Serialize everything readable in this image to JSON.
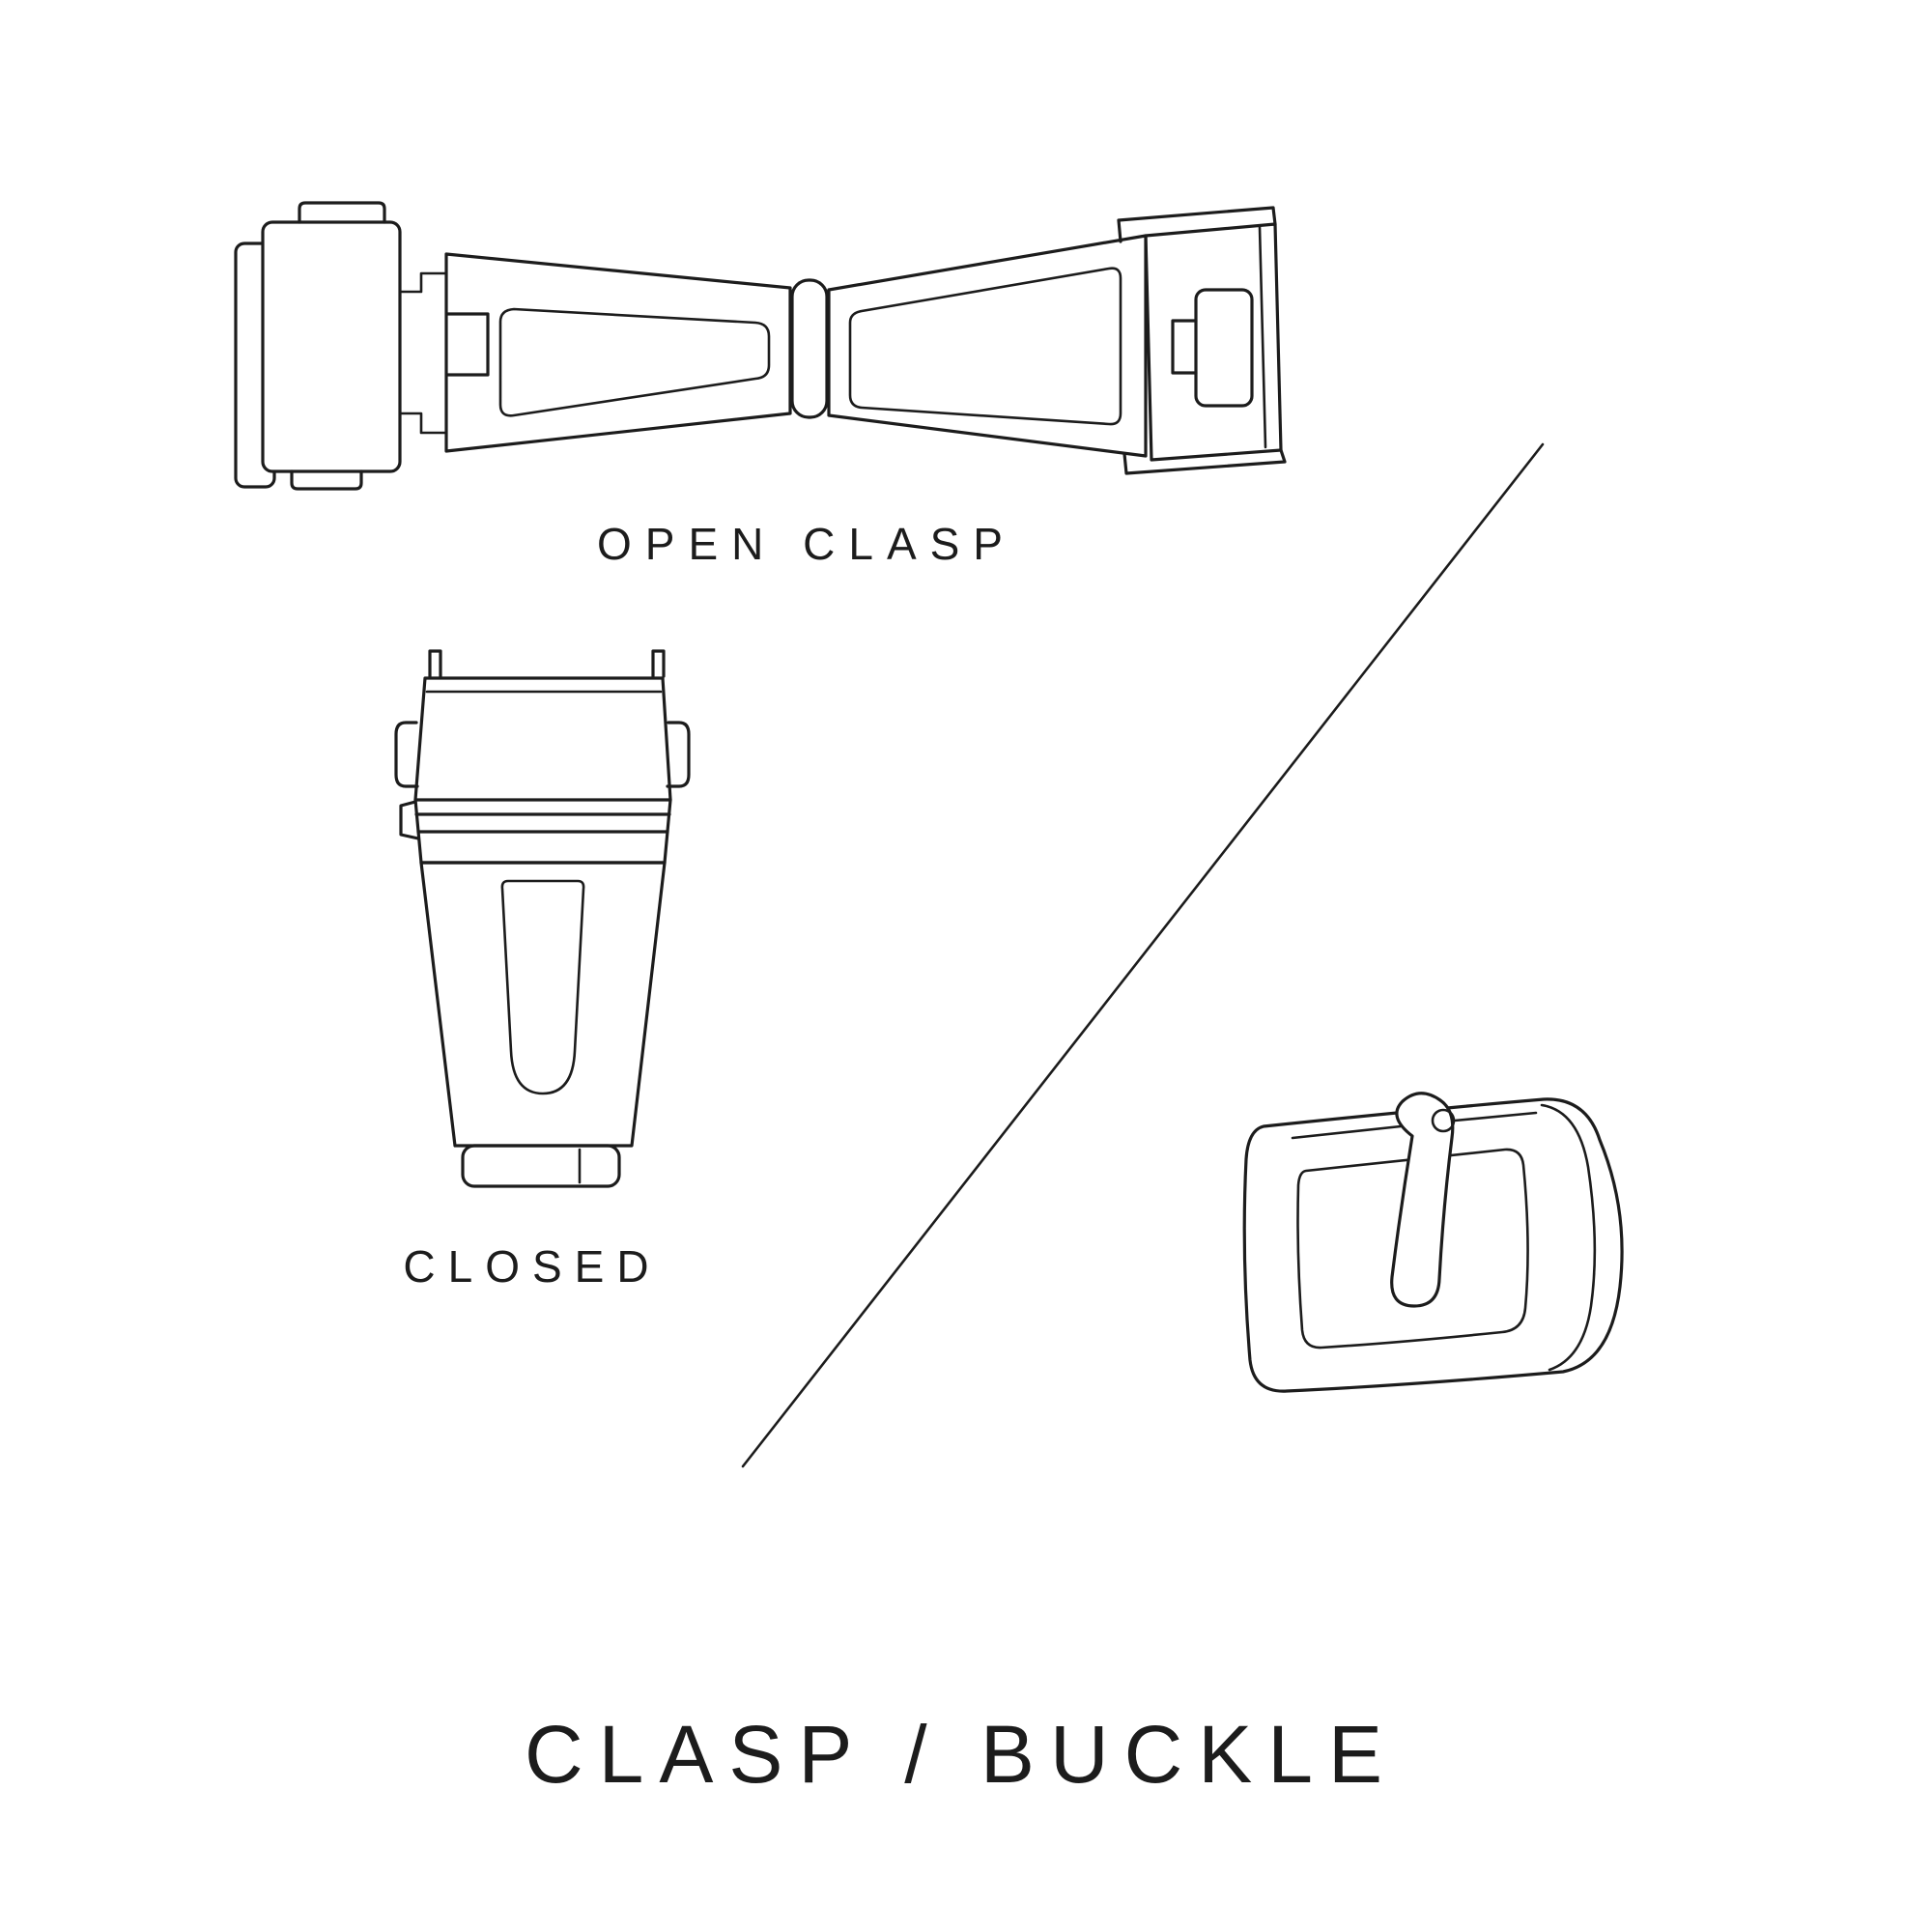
{
  "page": {
    "background_color": "#ffffff",
    "line_color": "#1c1c1c",
    "text_color": "#1c1c1c"
  },
  "diagram": {
    "title": "CLASP / BUCKLE",
    "items": [
      {
        "name": "open-clasp",
        "label": "OPEN CLASP"
      },
      {
        "name": "closed-clasp",
        "label": "CLOSED"
      },
      {
        "name": "tang-buckle",
        "label": ""
      }
    ]
  }
}
